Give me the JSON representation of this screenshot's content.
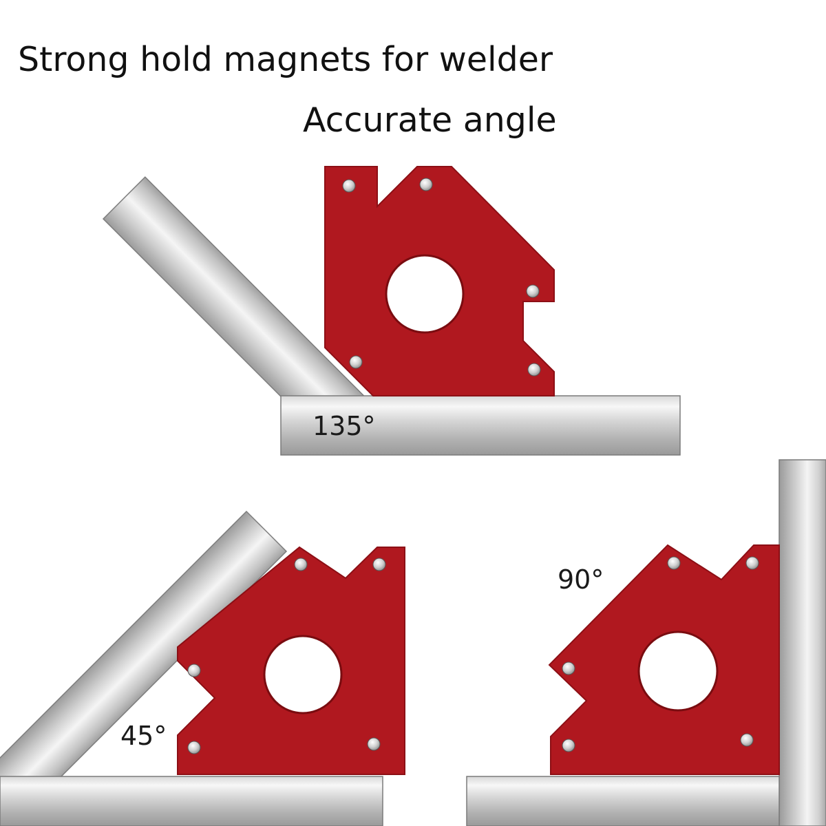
{
  "header": {
    "title": "Strong hold magnets for welder",
    "subtitle": "Accurate angle"
  },
  "diagrams": [
    {
      "id": "angle-135",
      "label": "135°"
    },
    {
      "id": "angle-45",
      "label": "45°"
    },
    {
      "id": "angle-90",
      "label": "90°"
    }
  ],
  "colors": {
    "magnet": "#b0181f",
    "magnet_edge": "#8c0f15",
    "pipe_light": "#f2f2f2",
    "pipe_mid": "#c4c4c4",
    "pipe_dark": "#8e8e8e",
    "background": "#ffffff"
  }
}
